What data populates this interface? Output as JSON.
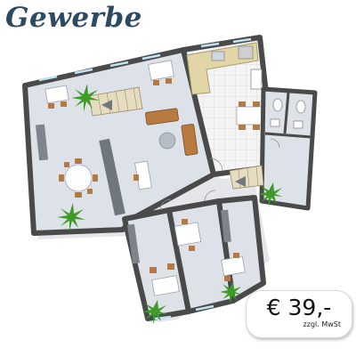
{
  "header": {
    "title": "Gewerbe"
  },
  "price": {
    "amount": "€ 39,-",
    "note": "zzgl. MwSt"
  },
  "colors": {
    "title": "#2d4a63",
    "wall": "#4a4a4a",
    "floor": "#dde2e8",
    "kitchen_floor": "#f3f3f3",
    "counter": "#e3d6a6",
    "plant": "#3f9a2a"
  },
  "icons": [
    "plant-icon",
    "desk-icon",
    "round-table-icon",
    "sofa-icon",
    "staircase-icon",
    "toilet-icon"
  ]
}
